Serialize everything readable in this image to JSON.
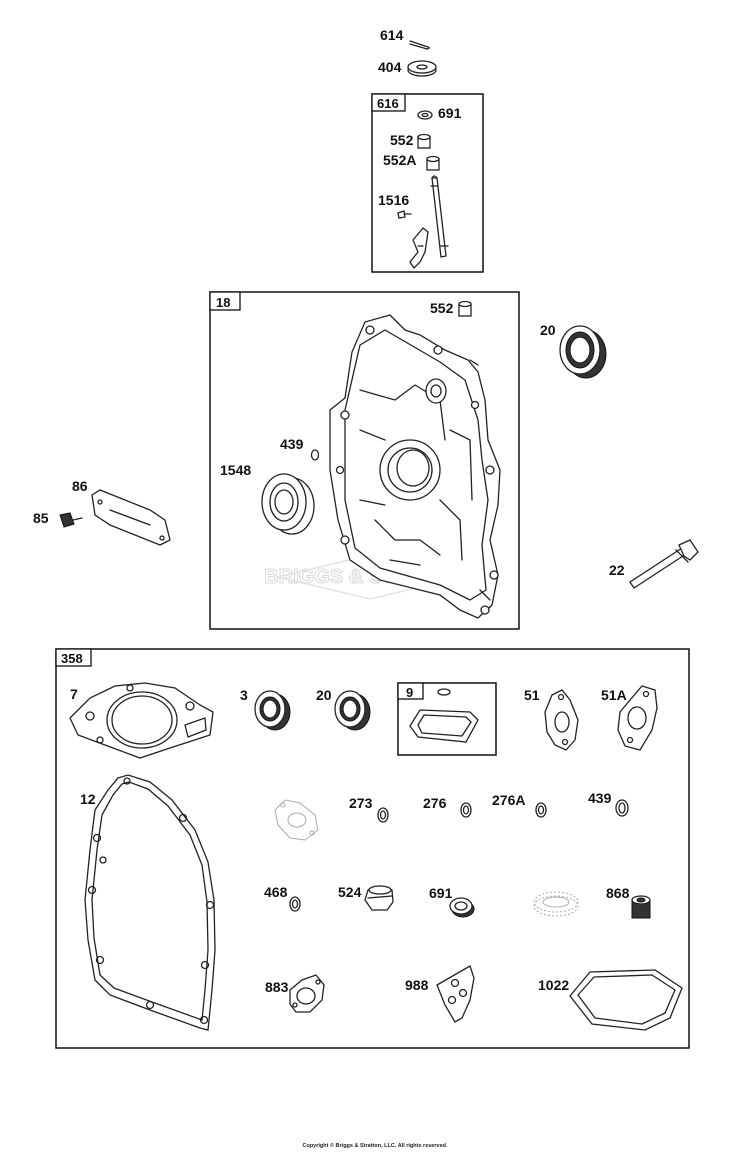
{
  "boxes": {
    "b616": "616",
    "b18": "18",
    "b358": "358",
    "b9": "9"
  },
  "labels": {
    "p614": "614",
    "p404": "404",
    "p691a": "691",
    "p552a": "552",
    "p552A": "552A",
    "p1516": "1516",
    "p552b": "552",
    "p20a": "20",
    "p439a": "439",
    "p1548": "1548",
    "p86": "86",
    "p85": "85",
    "p22": "22",
    "p7": "7",
    "p3": "3",
    "p20b": "20",
    "p51": "51",
    "p51A": "51A",
    "p12": "12",
    "p273": "273",
    "p276": "276",
    "p276A": "276A",
    "p439b": "439",
    "p468": "468",
    "p524": "524",
    "p691b": "691",
    "p868": "868",
    "p883": "883",
    "p988": "988",
    "p1022": "1022"
  },
  "watermark": "BRIGGS & STRATTON",
  "copyright": "Copyright © Briggs & Stratton, LLC. All rights reserved."
}
